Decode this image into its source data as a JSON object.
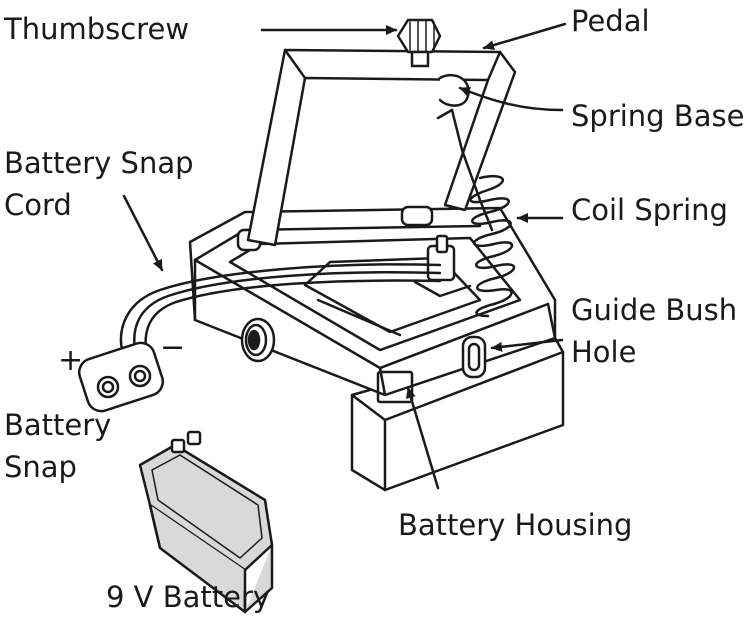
{
  "labels": {
    "thumbscrew": "Thumbscrew",
    "pedal": "Pedal",
    "spring_base": "Spring Base",
    "battery_snap_cord_1": "Battery Snap",
    "battery_snap_cord_2": "Cord",
    "coil_spring": "Coil Spring",
    "guide_bush_1": "Guide Bush",
    "guide_bush_2": "Hole",
    "battery_snap_1": "Battery",
    "battery_snap_2": "Snap",
    "battery_housing": "Battery Housing",
    "battery": "9 V Battery"
  },
  "polarity": {
    "plus": "+",
    "minus": "−"
  },
  "colors": {
    "ink": "#1a1a1a",
    "fill": "#ffffff",
    "battery_fill": "#d9d9d9"
  }
}
